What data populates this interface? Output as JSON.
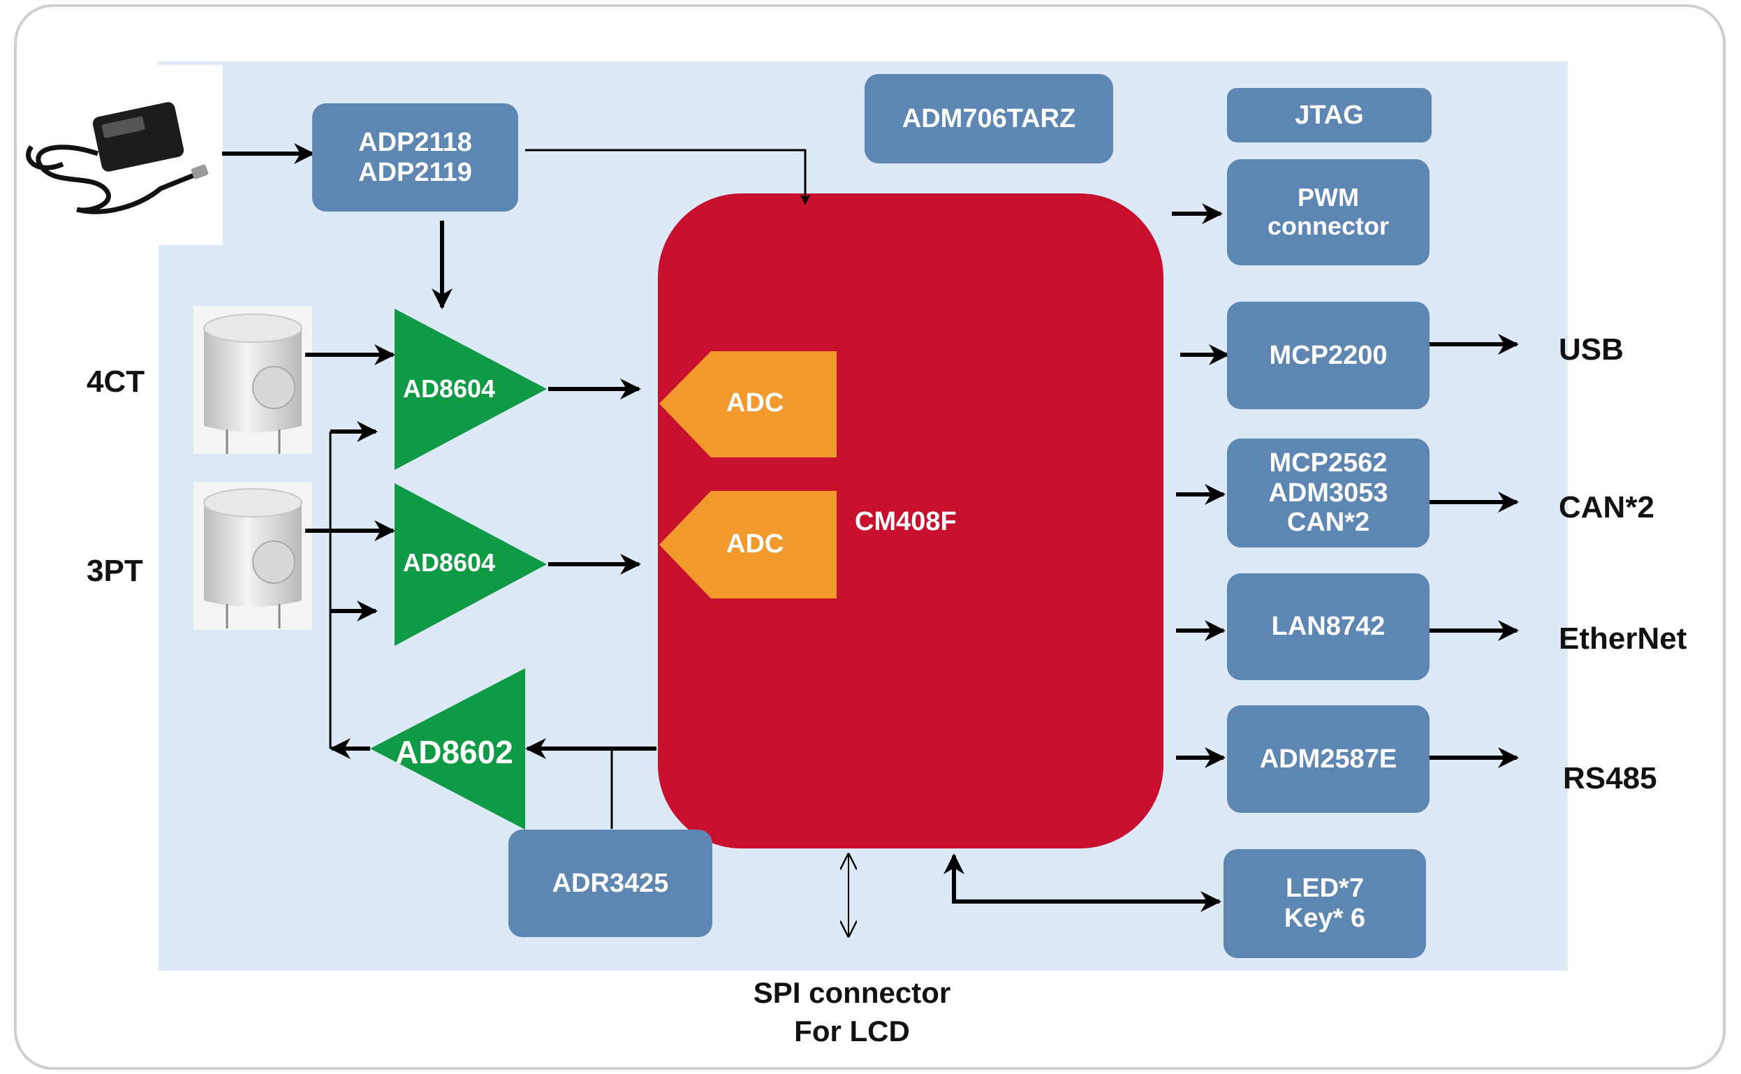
{
  "blocks": {
    "regulator": [
      "ADP2118",
      "ADP2119"
    ],
    "supervisor": "ADM706TARZ",
    "jtag": "JTAG",
    "pwm": [
      "PWM",
      "connector"
    ],
    "usb_bridge": "MCP2200",
    "can": [
      "MCP2562",
      "ADM3053",
      "CAN*2"
    ],
    "ethernet_phy": "LAN8742",
    "rs485": "ADM2587E",
    "led_key": [
      "LED*7",
      "Key* 6"
    ],
    "reference": "ADR3425"
  },
  "mcu": {
    "name": "CM408F",
    "adc_top": "ADC",
    "adc_bottom": "ADC"
  },
  "amplifiers": {
    "ct_amp": "AD8604",
    "pt_amp": "AD8604",
    "feedback_amp": "AD8602"
  },
  "inputs": {
    "ct": "4CT",
    "pt": "3PT"
  },
  "interfaces": {
    "usb": "USB",
    "can": "CAN*2",
    "ethernet": "EtherNet",
    "rs485": "RS485"
  },
  "spi_caption": [
    "SPI connector",
    "For LCD"
  ],
  "colors": {
    "block": "#5d86b3",
    "mcu": "#c8102e",
    "adc": "#f29a2e",
    "amplifier": "#0f9a46",
    "panel": "#dde9f7"
  }
}
